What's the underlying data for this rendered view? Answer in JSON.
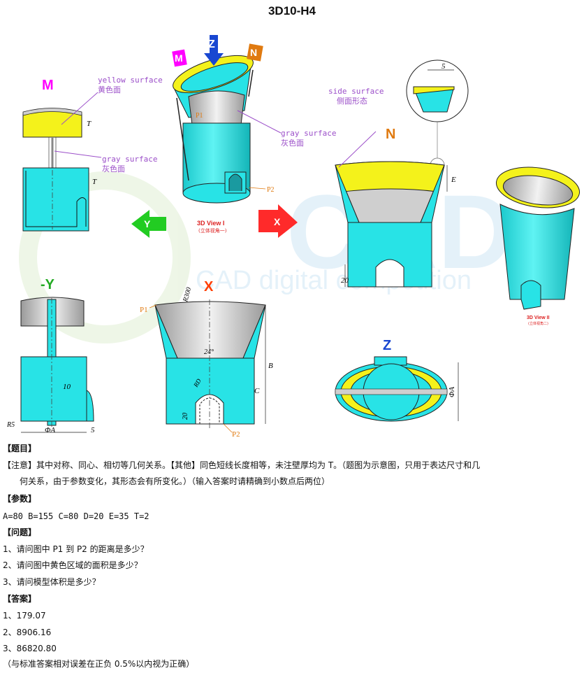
{
  "title": "3D10-H4",
  "watermark": {
    "brand": "CAD",
    "subtitle": "CAD digital competition"
  },
  "views": {
    "m_label": "M",
    "n_label": "N",
    "z_label": "Z",
    "minus_y_label": "-Y",
    "x_label": "X",
    "arrow_m": "M",
    "arrow_z": "Z",
    "arrow_n": "N",
    "arrow_y": "Y",
    "arrow_x": "X",
    "view1_title": "3D View I",
    "view1_sub": "(立体视角一)",
    "view2_title": "3D View II",
    "view2_sub": "(立体视角二)"
  },
  "annotations": {
    "yellow_surface_en": "yellow surface",
    "yellow_surface_cn": "黄色面",
    "gray_surface_en": "gray surface",
    "gray_surface_cn": "灰色面",
    "gray_surface2_en": "gray surface",
    "gray_surface2_cn": "灰色面",
    "side_surface_en": "side surface",
    "side_surface_cn": "侧面形态",
    "p1": "P1",
    "p2": "P2",
    "p1_front": "P1",
    "p2_front": "P2"
  },
  "dims": {
    "t_top": "T",
    "t_bottom": "T",
    "five_detail": "5",
    "e": "E",
    "twenty_n": "20",
    "r300": "R300",
    "deg24": "24°",
    "b": "B",
    "c": "C",
    "rd": "RD",
    "twenty_x": "20",
    "ten": "10",
    "r5": "R5",
    "phi_a": "ΦA",
    "five_y": "5",
    "phi_a_z": "ΦA"
  },
  "text": {
    "h_question_title": "【题目】",
    "notice": "【注意】其中对称、同心、相切等几何关系。【其他】同色短线长度相等，未注壁厚均为 T。（题图为示意图，只用于表达尺寸和几",
    "notice2": "何关系，由于参数变化，其形态会有所变化。）（输入答案时请精确到小数点后两位）",
    "h_params": "【参数】",
    "params": "A=80    B=155    C=80    D=20    E=35    T=2",
    "h_questions": "【问题】",
    "q1": "1、请问图中 P1 到 P2 的距离是多少？",
    "q2": "2、请问图中黄色区域的面积是多少？",
    "q3": "3、请问模型体积是多少？",
    "h_answers": "【答案】",
    "a1": "1、179.07",
    "a2": "2、8906.16",
    "a3": "3、86820.80",
    "tolerance": "（与标准答案相对误差在正负 0.5%以内视为正确）"
  },
  "colors": {
    "cyan": "#28e3e6",
    "yellow": "#f4f21b",
    "gray": "#cfcfcf",
    "annot": "#9b4fc9"
  }
}
